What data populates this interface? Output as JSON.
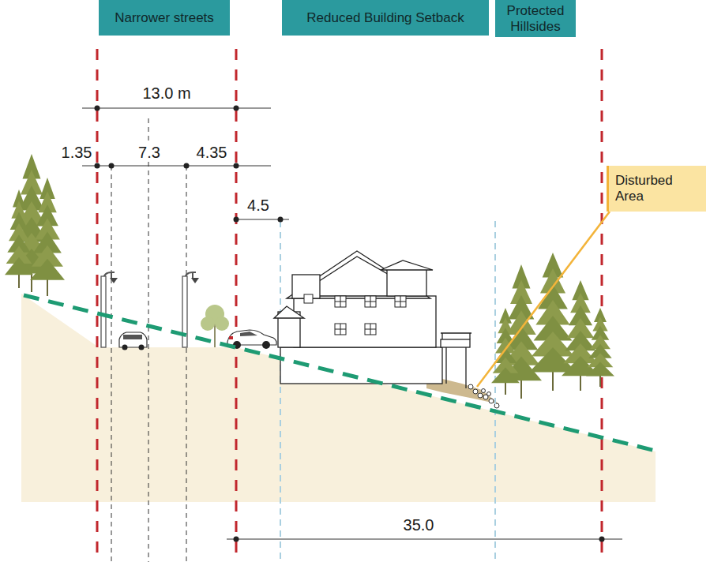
{
  "diagram": {
    "nodes": [
      {
        "text": [
          "Narrower streets"
        ]
      },
      {
        "text": [
          "Reduced Building Setback"
        ]
      },
      {
        "text": [
          "Protected Hillsides"
        ]
      },
      {
        "text": [
          "Disturbed Area"
        ]
      }
    ],
    "labels": [
      "13.0 m",
      "1.35",
      "7.3",
      "4.35",
      "4.5",
      "35.0"
    ]
  }
}
